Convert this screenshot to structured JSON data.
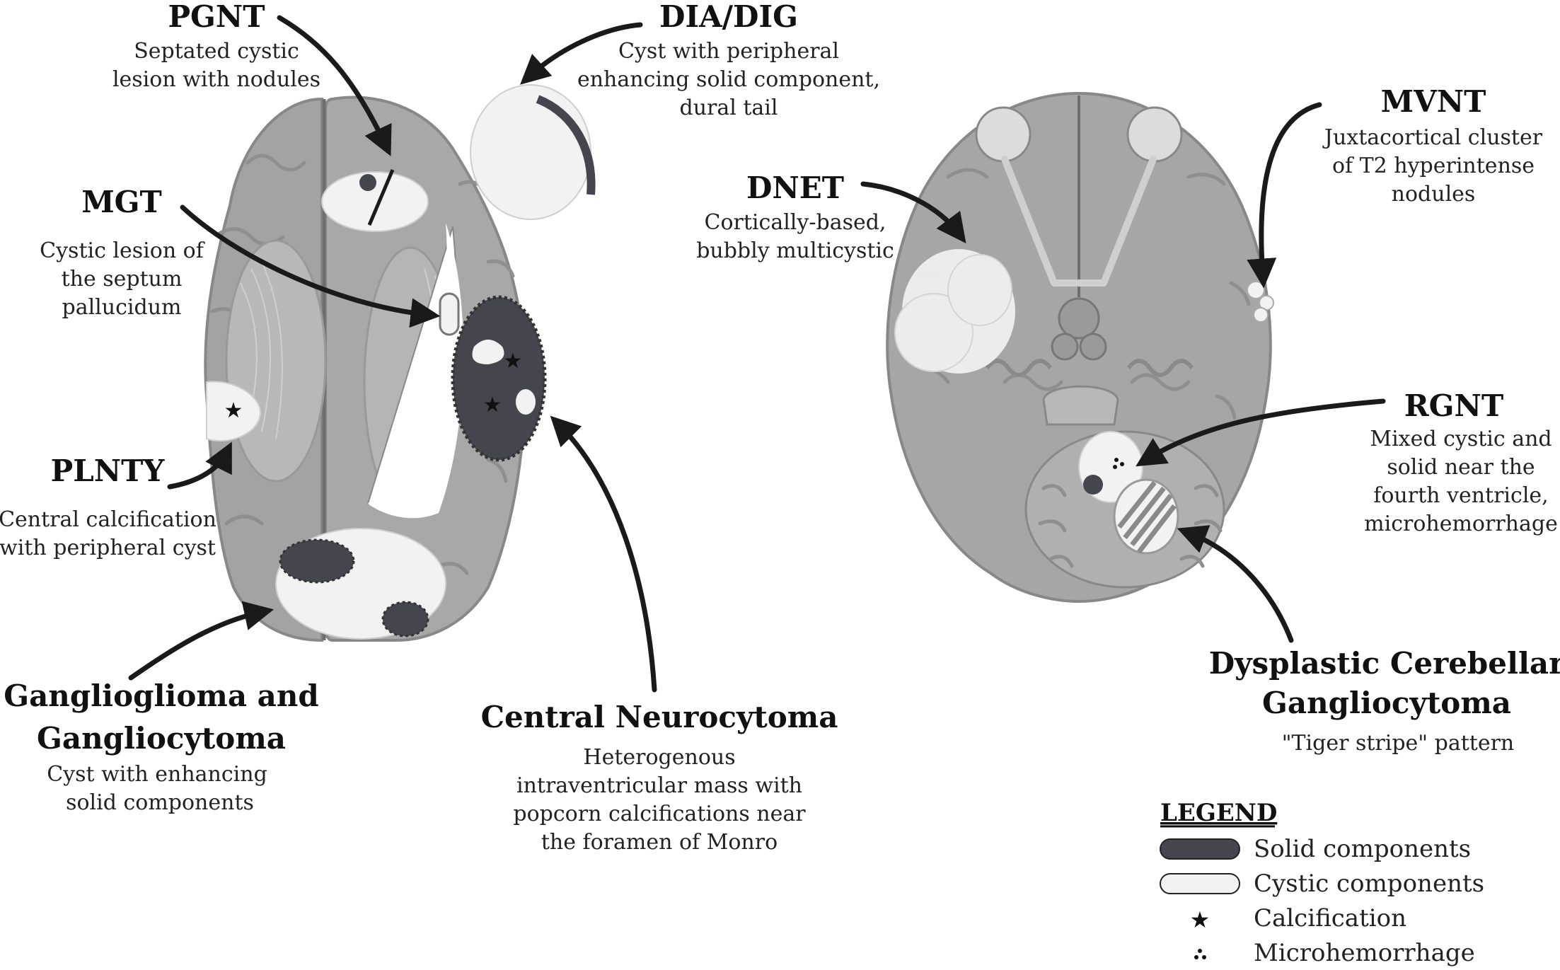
{
  "labels": {
    "pgnt": {
      "title": "PGNT",
      "lines": [
        "Septated cystic",
        "lesion with nodules"
      ]
    },
    "dia": {
      "title": "DIA/DIG",
      "lines": [
        "Cyst with peripheral",
        "enhancing solid component,",
        "dural tail"
      ]
    },
    "mgt": {
      "title": "MGT",
      "lines": [
        "Cystic lesion of",
        "the septum",
        "pallucidum"
      ]
    },
    "plnty": {
      "title": "PLNTY",
      "lines": [
        "Central calcification",
        "with peripheral cyst"
      ]
    },
    "ganglioglioma": {
      "title_lines": [
        "Ganglioglioma and",
        "Gangliocytoma"
      ],
      "lines": [
        "Cyst with enhancing",
        "solid components"
      ]
    },
    "central_neurocytoma": {
      "title": "Central Neurocytoma",
      "lines": [
        "Heterogenous",
        "intraventricular mass with",
        "popcorn calcifications near",
        "the foramen of Monro"
      ]
    },
    "dnet": {
      "title": "DNET",
      "lines": [
        "Cortically-based,",
        "bubbly multicystic"
      ]
    },
    "mvnt": {
      "title": "MVNT",
      "lines": [
        "Juxtacortical cluster",
        "of T2 hyperintense",
        "nodules"
      ]
    },
    "rgnt": {
      "title": "RGNT",
      "lines": [
        "Mixed cystic and",
        "solid near the",
        "fourth ventricle,",
        "microhemorrhage"
      ]
    },
    "dcg": {
      "title_lines": [
        "Dysplastic Cerebellar",
        "Gangliocytoma"
      ],
      "lines": [
        "\"Tiger stripe\" pattern"
      ]
    }
  },
  "legend": {
    "heading": "LEGEND",
    "items": [
      {
        "label": "Solid components",
        "icon": "solid-swatch-icon"
      },
      {
        "label": "Cystic components",
        "icon": "cystic-swatch-icon"
      },
      {
        "label": "Calcification",
        "icon": "star-icon"
      },
      {
        "label": "Microhemorrhage",
        "icon": "dots-icon"
      }
    ]
  },
  "colors": {
    "brain_fill": "#a6a6a6",
    "brain_dark": "#8f8f8f",
    "solid": "#45454d",
    "cystic": "#f2f2f2",
    "arrow": "#1a1a1a"
  }
}
